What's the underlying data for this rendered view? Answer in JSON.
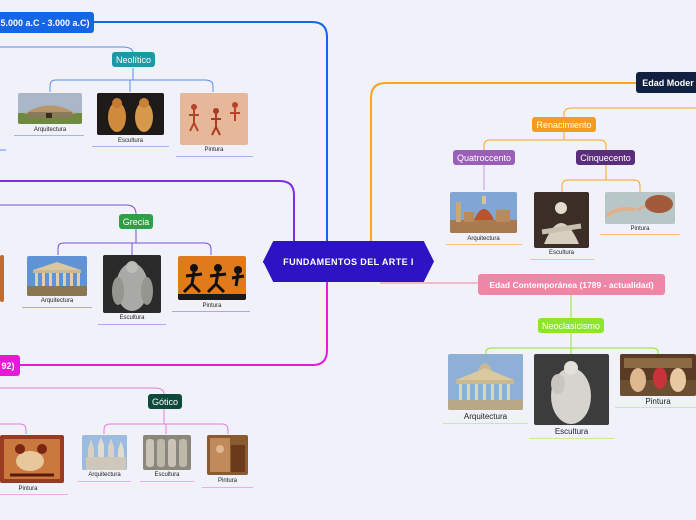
{
  "central": {
    "label": "FUNDAMENTOS DEL ARTE I"
  },
  "eras": {
    "prehistoria": {
      "label": "5.000 a.C - 3.000 a.C)",
      "color": "#1565e8"
    },
    "media": {
      "label": "92)",
      "color": "#e81ad9"
    },
    "moderna": {
      "label": "Edad Moder",
      "color": "#102040"
    },
    "contemporanea": {
      "label": "Edad Contemporánea (1789 - actualidad)",
      "color": "#ef86a6"
    }
  },
  "branches": {
    "neolitico": {
      "label": "Neolítico",
      "color": "#1b9aa5",
      "items": [
        "Arquitectura",
        "Escultura",
        "Pintura"
      ]
    },
    "grecia": {
      "label": "Grecia",
      "color": "#2f9e44",
      "items": [
        "Arquitectura",
        "Escultura",
        "Pintura"
      ]
    },
    "gotico": {
      "label": "Gótico",
      "color": "#0d4a3a",
      "items": [
        "Arquitectura",
        "Escultura",
        "Pintura"
      ],
      "left_item": "Pintura"
    },
    "renacimiento": {
      "label": "Renacimiento",
      "color": "#f59b1d"
    },
    "quatroccento": {
      "label": "Quatroccento",
      "color": "#9a5fb8",
      "items": [
        "Arquitectura"
      ]
    },
    "cinquecento": {
      "label": "Cinquecento",
      "color": "#5a2e7a",
      "items": [
        "Escultura",
        "Pintura"
      ]
    },
    "neoclasicismo": {
      "label": "Neoclasicismo",
      "color": "#8ee62c",
      "items": [
        "Arquitectura",
        "Escultura",
        "Pintura"
      ]
    }
  },
  "line_colors": {
    "prehistoria": "#1565e8",
    "greece_era": "#7c2fe0",
    "media": "#e81ad9",
    "moderna": "#f5a623",
    "contemporanea": "#f4b8c8"
  },
  "icons": [
    "architecture-image",
    "sculpture-image",
    "painting-image"
  ]
}
